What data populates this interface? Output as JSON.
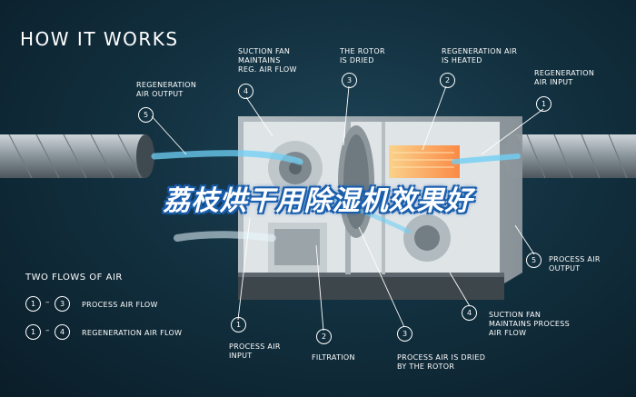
{
  "title": "HOW IT WORKS",
  "top_callouts": [
    {
      "number": "5",
      "label": "REGENERATION\nAIR OUTPUT"
    },
    {
      "number": "4",
      "label": "SUCTION FAN\nMAINTAINS\nREG. AIR FLOW"
    },
    {
      "number": "3",
      "label": "THE ROTOR\nIS DRIED"
    },
    {
      "number": "2",
      "label": "REGENERATION AIR\nIS HEATED"
    },
    {
      "number": "1",
      "label": "REGENERATION\nAIR INPUT"
    }
  ],
  "right_callouts": [
    {
      "number": "5",
      "label": "PROCESS AIR\nOUTPUT"
    },
    {
      "number": "4",
      "label": "SUCTION FAN\nMAINTAINS PROCESS\nAIR FLOW"
    }
  ],
  "bottom_callouts": [
    {
      "number": "1",
      "label": "PROCESS AIR\nINPUT"
    },
    {
      "number": "2",
      "label": "FILTRATION"
    },
    {
      "number": "3",
      "label": "PROCESS AIR IS DRIED\nBY THE ROTOR"
    }
  ],
  "legend": {
    "title": "TWO FLOWS OF AIR",
    "items": [
      {
        "from": "1",
        "to": "3",
        "label": "PROCESS AIR FLOW"
      },
      {
        "from": "1",
        "to": "4",
        "label": "REGENERATION AIR FLOW"
      }
    ]
  },
  "overlay_text": "荔枝烘干用除湿机效果好",
  "colors": {
    "background": "#12303f",
    "airflow": "#6fd0f5",
    "heater": "#ff9a3c",
    "overlay_outline": "#1b5fae"
  }
}
